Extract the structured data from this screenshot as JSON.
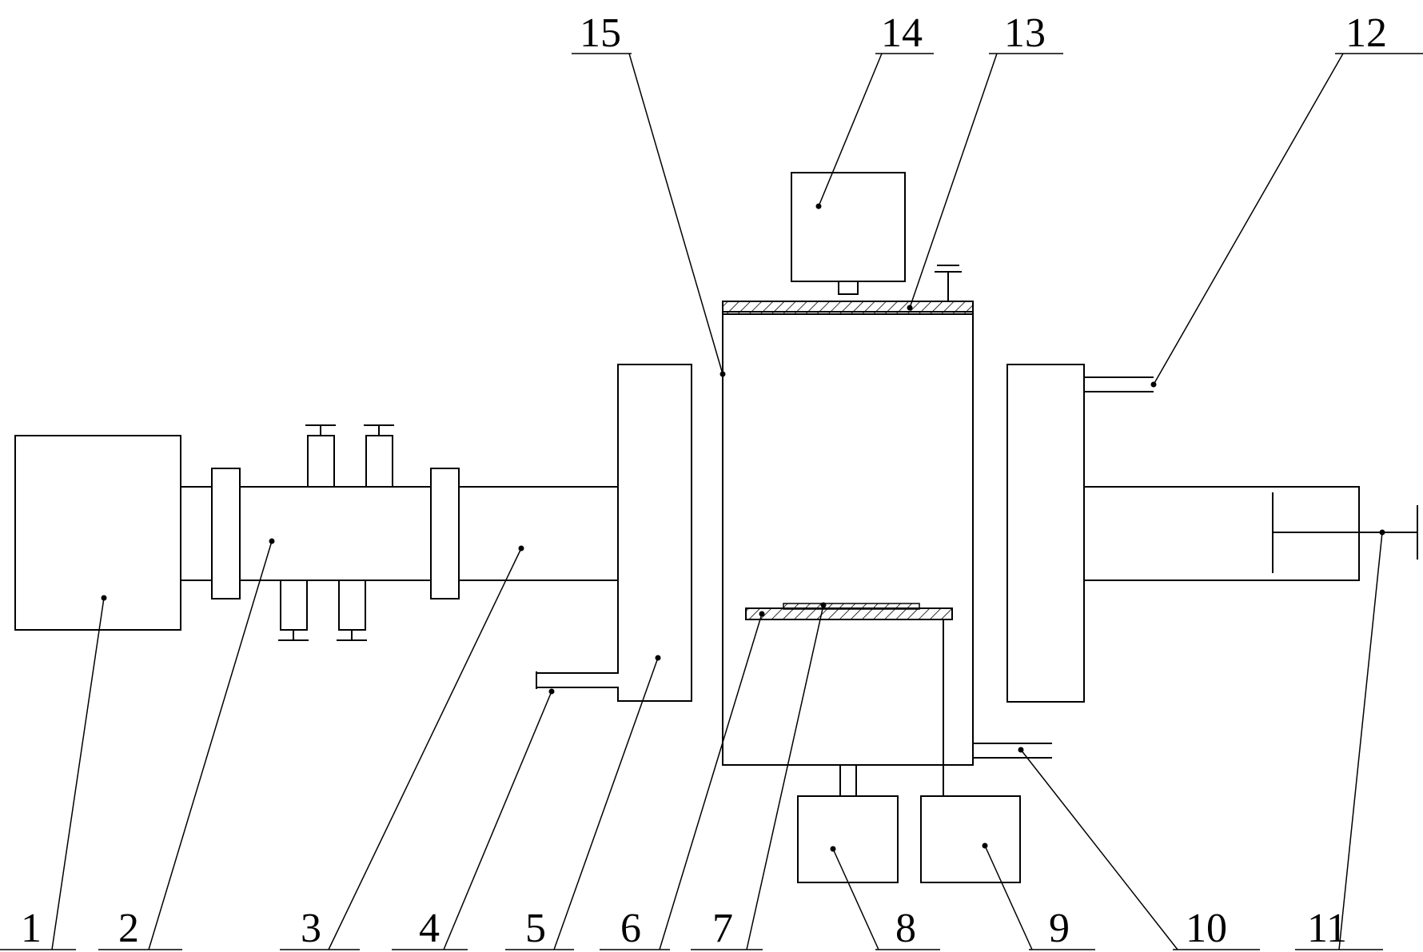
{
  "figure": {
    "part_numbers": [
      "1",
      "2",
      "3",
      "4",
      "5",
      "6",
      "7",
      "8",
      "9",
      "10",
      "11",
      "12",
      "13",
      "14",
      "15"
    ]
  }
}
